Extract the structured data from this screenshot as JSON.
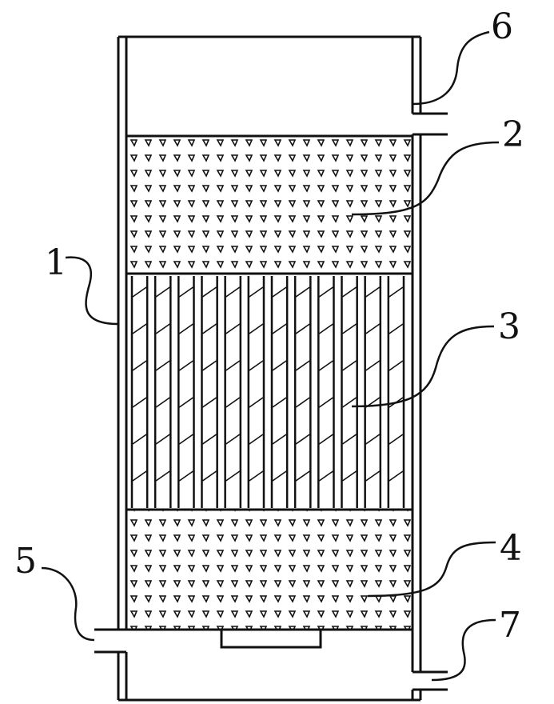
{
  "labels": {
    "l1": "1",
    "l2": "2",
    "l3": "3",
    "l4": "4",
    "l5": "5",
    "l6": "6",
    "l7": "7"
  },
  "colors": {
    "stroke": "#111111",
    "background": "#ffffff"
  },
  "patterns": {
    "packing": "triangle-dots",
    "tubes": "hatched-vertical-tubes"
  }
}
